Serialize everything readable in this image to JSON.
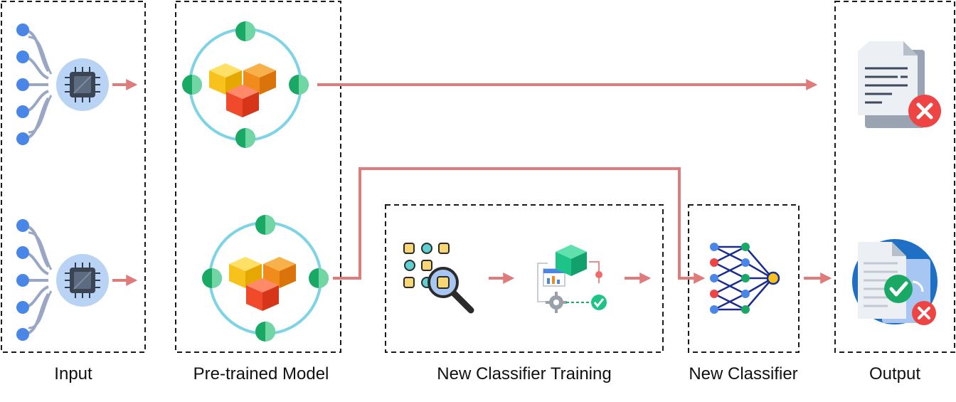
{
  "labels": {
    "input": "Input",
    "pretrained": "Pre-trained Model",
    "training": "New Classifier Training",
    "classifier": "New Classifier",
    "output": "Output"
  },
  "icons": {
    "input_top": "neural-input-chip-icon",
    "input_bottom": "neural-input-chip-icon",
    "model_top": "pretrained-cubes-icon",
    "model_bottom": "pretrained-cubes-icon",
    "search": "data-search-icon",
    "training": "training-process-icon",
    "network": "neural-network-icon",
    "output_rejected": "document-rejected-icon",
    "output_verified": "document-verified-icon"
  },
  "colors": {
    "arrow": "#e07b7b",
    "node_blue": "#4a86e8",
    "ring": "#7fd3e6",
    "green": "#1aa865",
    "cube_yellow": "#f7c21c",
    "cube_orange": "#f08c1c",
    "cube_red": "#f04a2a",
    "reject": "#ef4444",
    "network_navy": "#1a2d8f"
  }
}
